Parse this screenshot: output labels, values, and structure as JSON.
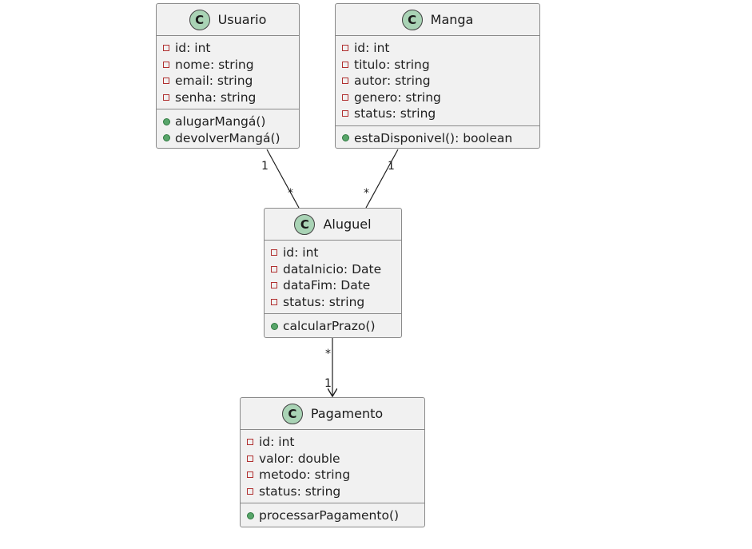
{
  "classes": {
    "usuario": {
      "name": "Usuario",
      "badge": "C",
      "attributes": [
        "id: int",
        "nome: string",
        "email: string",
        "senha: string"
      ],
      "methods": [
        "alugarMangá()",
        "devolverMangá()"
      ]
    },
    "manga": {
      "name": "Manga",
      "badge": "C",
      "attributes": [
        "id: int",
        "titulo: string",
        "autor: string",
        "genero: string",
        "status: string"
      ],
      "methods": [
        "estaDisponivel(): boolean"
      ]
    },
    "aluguel": {
      "name": "Aluguel",
      "badge": "C",
      "attributes": [
        "id: int",
        "dataInicio: Date",
        "dataFim: Date",
        "status: string"
      ],
      "methods": [
        "calcularPrazo()"
      ]
    },
    "pagamento": {
      "name": "Pagamento",
      "badge": "C",
      "attributes": [
        "id: int",
        "valor: double",
        "metodo: string",
        "status: string"
      ],
      "methods": [
        "processarPagamento()"
      ]
    }
  },
  "relations": {
    "usuario_aluguel": {
      "from_mult": "1",
      "to_mult": "*"
    },
    "manga_aluguel": {
      "from_mult": "1",
      "to_mult": "*"
    },
    "aluguel_pagamento": {
      "from_mult": "*",
      "to_mult": "1"
    }
  },
  "colors": {
    "box_fill": "#f1f1f1",
    "box_border": "#8a8a8a",
    "badge_fill": "#a9d3b5",
    "private_marker": "#b03030",
    "public_marker": "#58a56a"
  }
}
